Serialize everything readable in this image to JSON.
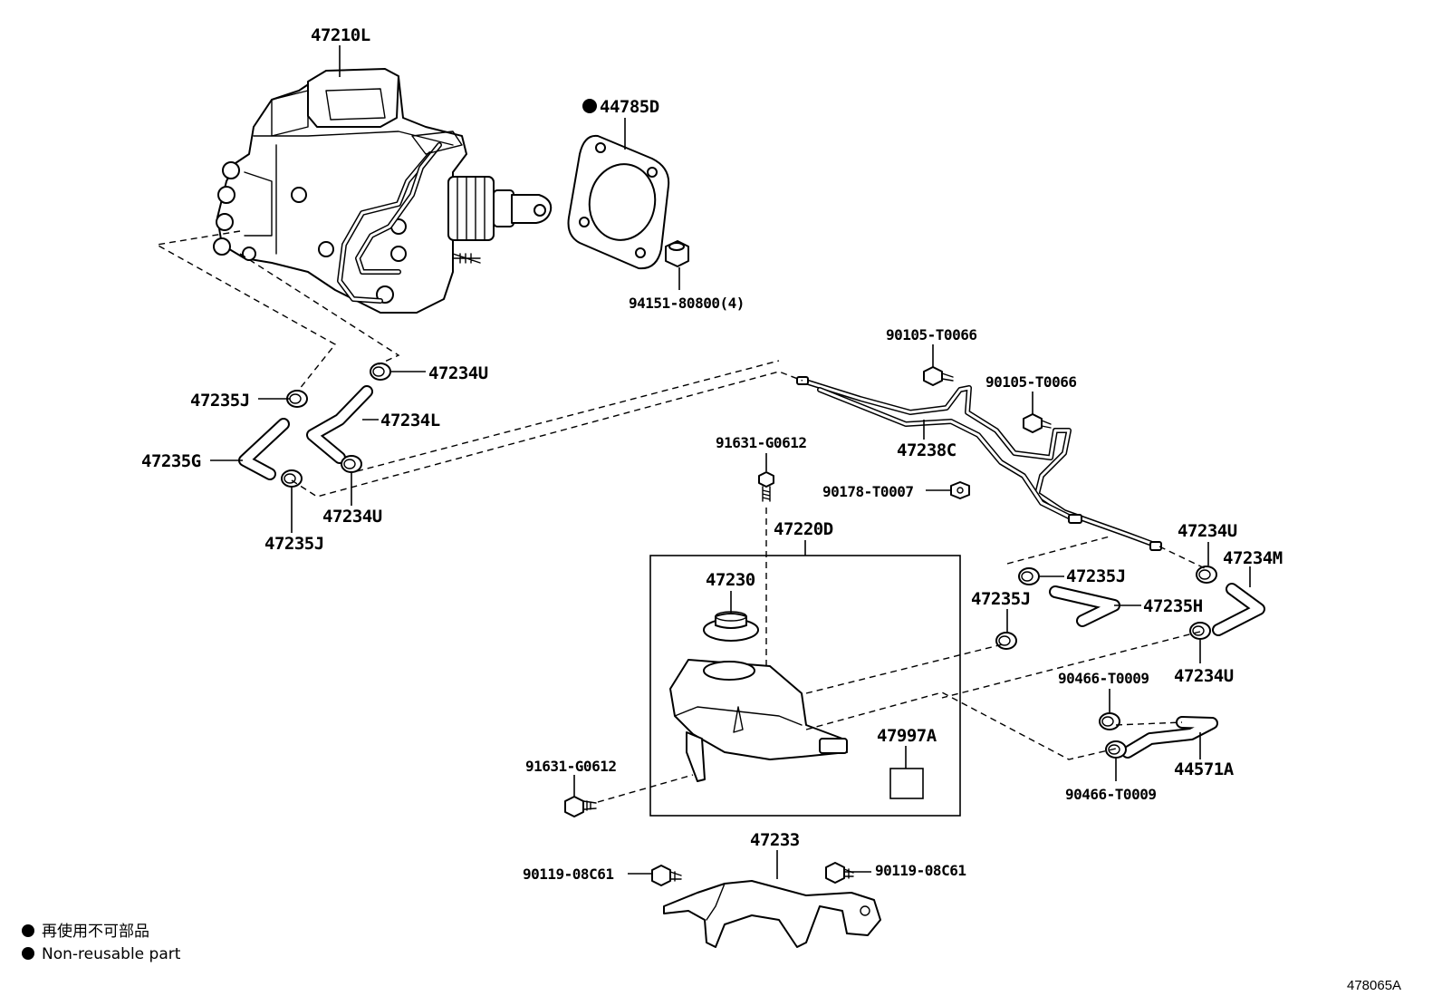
{
  "diagram": {
    "labels": {
      "l47210L": "47210L",
      "l44785D": "44785D",
      "l94151": "94151-80800(4)",
      "l90105a": "90105-T0066",
      "l90105b": "90105-T0066",
      "l47234U_top": "47234U",
      "l47235J_left": "47235J",
      "l47234L": "47234L",
      "l47235G": "47235G",
      "l47234U_bot": "47234U",
      "l47235J_bot": "47235J",
      "l47238C": "47238C",
      "l91631_top": "91631-G0612",
      "l90178": "90178-T0007",
      "l47220D": "47220D",
      "l47230": "47230",
      "l47234U_right": "47234U",
      "l47234M": "47234M",
      "l47235J_r1": "47235J",
      "l47235J_r2": "47235J",
      "l47235H": "47235H",
      "l47234U_r2": "47234U",
      "l90466a": "90466-T0009",
      "l90466b": "90466-T0009",
      "l44571A": "44571A",
      "l47997A": "47997A",
      "l91631_bot": "91631-G0612",
      "l47233": "47233",
      "l90119a": "90119-08C61",
      "l90119b": "90119-08C61"
    },
    "legend": {
      "jp": "再使用不可部品",
      "en": "Non-reusable part"
    },
    "figure_code": "478065A"
  }
}
